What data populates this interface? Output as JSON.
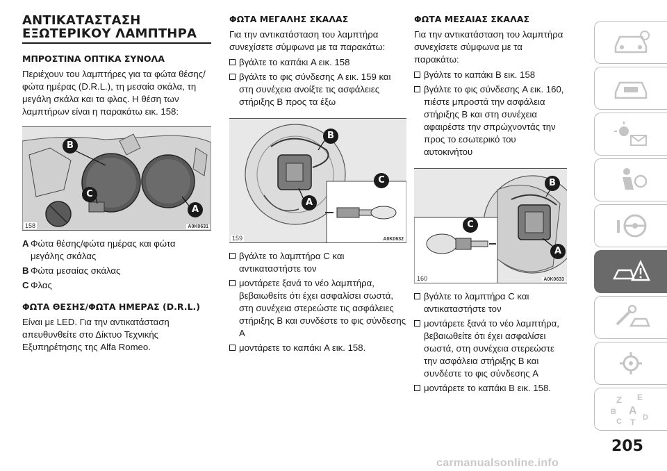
{
  "title_line1": "ΑΝΤΙΚΑΤΑΣΤΑΣΗ",
  "title_line2": "ΕΞΩΤΕΡΙΚΟΥ ΛΑΜΠΤΗΡΑ",
  "col1": {
    "heading": "ΜΠΡΟΣΤΙΝΑ ΟΠΤΙΚΑ ΣΥΝΟΛΑ",
    "intro": "Περιέχουν του λαμπτήρες για τα φώτα θέσης/φώτα ημέρας (D.R.L.), τη μεσαία σκάλα, τη μεγάλη σκάλα και τα φλας. Η θέση των λαμπτήρων είναι η παρακάτω εικ. 158:",
    "figure": {
      "number": "158",
      "code": "A0K0631",
      "callouts": [
        "B",
        "C",
        "A"
      ]
    },
    "legend": [
      {
        "label": "A",
        "text": "Φώτα θέσης/φώτα ημέρας και φώτα μεγάλης σκάλας"
      },
      {
        "label": "B",
        "text": "Φώτα μεσαίας σκάλας"
      },
      {
        "label": "C",
        "text": "Φλας"
      }
    ],
    "heading2": "ΦΩΤΑ ΘΕΣΗΣ/ΦΩΤΑ ΗΜΕΡΑΣ (D.R.L.)",
    "text2": "Είναι με LED. Για την αντικατάσταση απευθυνθείτε στο Δίκτυο Τεχνικής Εξυπηρέτησης της Alfa Romeo."
  },
  "col2": {
    "heading": "ΦΩΤΑ ΜΕΓΑΛΗΣ ΣΚΑΛΑΣ",
    "intro": "Για την αντικατάσταση του λαμπτήρα συνεχίσετε σύμφωνα με τα παρακάτω:",
    "steps_before": [
      "βγάλτε το καπάκι A εικ. 158",
      "βγάλτε το φις σύνδεσης A εικ. 159 και στη συνέχεια ανοίξτε τις ασφάλειες στήριξης B προς τα έξω"
    ],
    "figure": {
      "number": "159",
      "code": "A0K0632",
      "callouts": [
        "B",
        "C",
        "A"
      ]
    },
    "steps_after": [
      "βγάλτε το λαμπτήρα C και αντικαταστήστε τον",
      "μοντάρετε ξανά το νέο λαμπτήρα, βεβαιωθείτε ότι έχει ασφαλίσει σωστά, στη συνέχεια στερεώστε τις ασφάλειες στήριξης B και συνδέστε το φις σύνδεσης A",
      "μοντάρετε το καπάκι A εικ. 158."
    ]
  },
  "col3": {
    "heading": "ΦΩΤΑ ΜΕΣΑΙΑΣ ΣΚΑΛΑΣ",
    "intro": "Για την αντικατάσταση του λαμπτήρα συνεχίσετε σύμφωνα με τα παρακάτω:",
    "steps_before": [
      "βγάλτε το καπάκι B εικ. 158",
      "βγάλτε το φις σύνδεσης A εικ. 160, πιέστε μπροστά την ασφάλεια στήριξης B και στη συνέχεια αφαιρέστε την σπρώχνοντάς την προς το εσωτερικό του αυτοκινήτου"
    ],
    "figure": {
      "number": "160",
      "code": "A0K0633",
      "callouts": [
        "B",
        "C",
        "A"
      ]
    },
    "steps_after": [
      "βγάλτε το λαμπτήρα C και αντικαταστήστε τον",
      "μοντάρετε ξανά το νέο λαμπτήρα, βεβαιωθείτε ότι έχει ασφαλίσει σωστά, στη συνέχεια στερεώστε την ασφάλεια στήριξης B και συνδέστε το φις σύνδεσης A",
      "μοντάρετε το καπάκι B εικ. 158."
    ]
  },
  "sidebar_tabs": [
    {
      "icon": "car-front-icon",
      "active": false
    },
    {
      "icon": "car-dashboard-icon",
      "active": false
    },
    {
      "icon": "light-mail-icon",
      "active": false
    },
    {
      "icon": "seat-airbag-icon",
      "active": false
    },
    {
      "icon": "steering-wheel-icon",
      "active": false
    },
    {
      "icon": "emergency-triangle-icon",
      "active": true
    },
    {
      "icon": "wrench-car-icon",
      "active": false
    },
    {
      "icon": "gear-tools-icon",
      "active": false
    },
    {
      "icon": "alphabet-index-icon",
      "active": false
    }
  ],
  "index_letters": [
    "Z",
    "E",
    "B",
    "A",
    "C",
    "D",
    "T"
  ],
  "page_number": "205",
  "watermark": "carmanualsonline.info",
  "colors": {
    "text": "#1a1a1a",
    "tab_active": "#6a6a6a",
    "tab_border": "#bdbdbd",
    "watermark": "#c9c9c9"
  }
}
